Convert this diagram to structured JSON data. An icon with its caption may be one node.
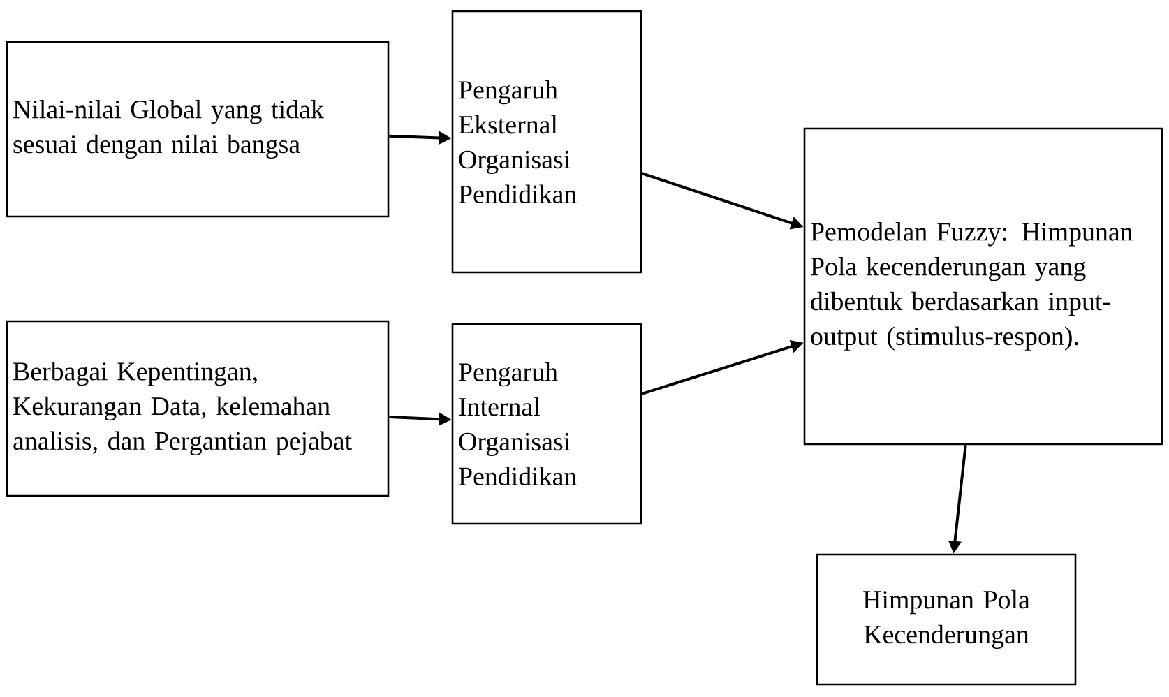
{
  "diagram": {
    "nodes": [
      {
        "text": [
          "Nilai-nilai Global yang tidak sesuai dengan nilai bangsa"
        ]
      },
      {
        "text": [
          "Pengaruh Eksternal Organisasi Pendidikan"
        ]
      },
      {
        "text": [
          "Berbagai Kepentingan, Kekurangan Data, kelemahan analisis, dan Pergantian pejabat"
        ]
      },
      {
        "text": [
          "Pengaruh Internal Organisasi Pendidikan"
        ]
      },
      {
        "text": [
          "Pemodelan Fuzzy: Himpunan Pola kecenderungan yang dibentuk berdasarkan input-output (stimulus-respon)."
        ]
      },
      {
        "text": [
          "Himpunan Pola Kecenderungan"
        ]
      }
    ],
    "edges": [
      {
        "from": 0,
        "to": 1,
        "arrow": "to"
      },
      {
        "from": 2,
        "to": 3,
        "arrow": "to"
      },
      {
        "from": 1,
        "to": 4,
        "arrow": "to"
      },
      {
        "from": 3,
        "to": 4,
        "arrow": "to"
      },
      {
        "from": 4,
        "to": 5,
        "arrow": "to"
      }
    ]
  }
}
